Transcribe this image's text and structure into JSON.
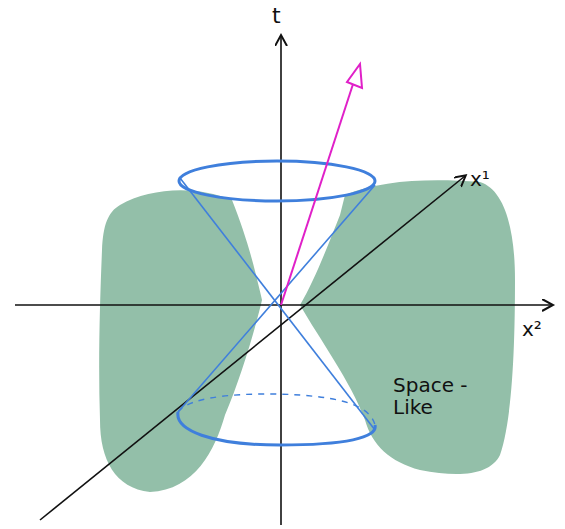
{
  "diagram": {
    "labels": [
      "t",
      "x¹",
      "x²",
      "Space -Like"
    ]
  }
}
